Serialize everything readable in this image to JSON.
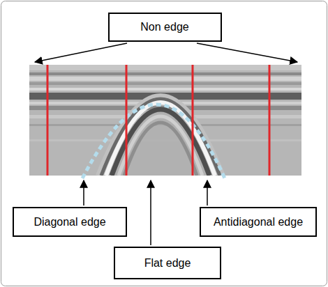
{
  "diagram": {
    "nodes": [
      {
        "text": [
          "Non edge"
        ]
      },
      {
        "text": [
          "Diagonal edge"
        ]
      },
      {
        "text": [
          "Antidiagonal edge"
        ]
      },
      {
        "text": [
          "Flat edge"
        ]
      }
    ]
  }
}
